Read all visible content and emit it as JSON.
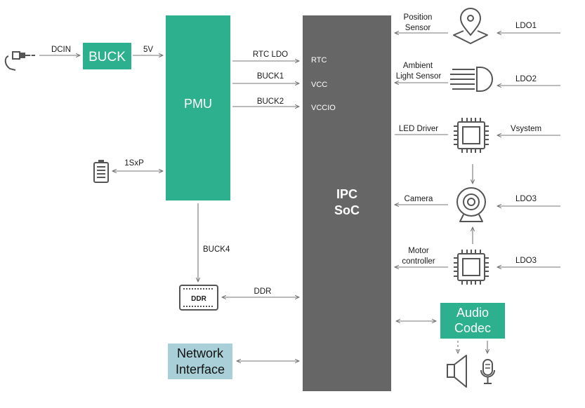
{
  "blocks": {
    "buck": "BUCK",
    "pmu": "PMU",
    "soc_line1": "IPC",
    "soc_line2": "SoC",
    "audio_line1": "Audio",
    "audio_line2": "Codec",
    "network_line1": "Network",
    "network_line2": "Interface"
  },
  "labels": {
    "dcin": "DCIN",
    "v5": "5V",
    "battery": "1SxP",
    "rtc_ldo": "RTC LDO",
    "buck1": "BUCK1",
    "buck2": "BUCK2",
    "buck4": "BUCK4",
    "ddr": "DDR",
    "ddr_chip": "DDR"
  },
  "soc_pins": {
    "rtc": "RTC",
    "vcc": "VCC",
    "vccio": "VCCIO"
  },
  "peripherals": {
    "position_line1": "Position",
    "position_line2": "Sensor",
    "ambient_line1": "Ambient",
    "ambient_line2": "Light Sensor",
    "led_driver": "LED Driver",
    "camera": "Camera",
    "motor_line1": "Motor",
    "motor_line2": "controller"
  },
  "supplies": {
    "ldo1": "LDO1",
    "ldo2": "LDO2",
    "vsystem": "Vsystem",
    "ldo3_camera": "LDO3",
    "ldo3_motor": "LDO3"
  },
  "colors": {
    "teal": "#2db08e",
    "soc_gray": "#666666",
    "network_blue": "#a9cfd9",
    "wire": "#777777",
    "icon": "#555555"
  },
  "icons": [
    "audio-jack-icon",
    "battery-icon",
    "ddr-chip-icon",
    "location-pin-icon",
    "light-sensor-icon",
    "chip-icon",
    "webcam-icon",
    "speaker-icon",
    "microphone-icon"
  ]
}
